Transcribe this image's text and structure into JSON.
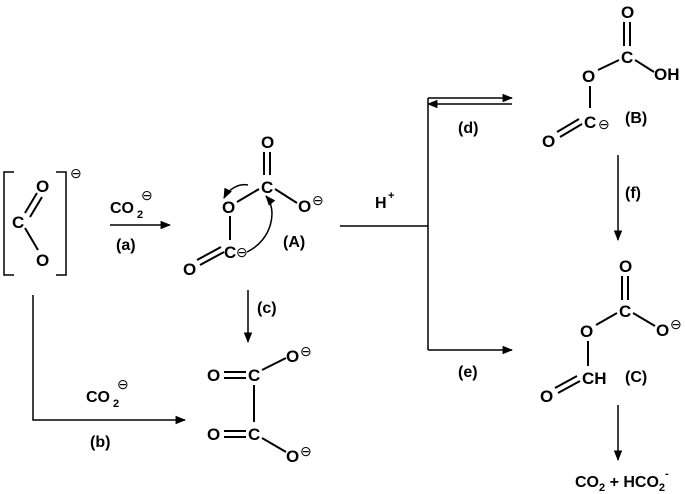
{
  "reagents": {
    "co2_a": "CO",
    "co2_b": "CO",
    "co2_sub": "2",
    "h_plus": "H",
    "plus_sign": "+"
  },
  "steps": {
    "a": "(a)",
    "b": "(b)",
    "c": "(c)",
    "d": "(d)",
    "e": "(e)",
    "f": "(f)"
  },
  "compounds": {
    "A": "(A)",
    "B": "(B)",
    "C": "(C)"
  },
  "products": {
    "final_left": "CO",
    "final_sub": "2",
    "final_plus": " + HCO",
    "final_sub2": "2",
    "final_charge": "-"
  },
  "atoms": {
    "C": "C",
    "O": "O",
    "OH": "OH",
    "CH": "CH",
    "minus": "⊖"
  }
}
